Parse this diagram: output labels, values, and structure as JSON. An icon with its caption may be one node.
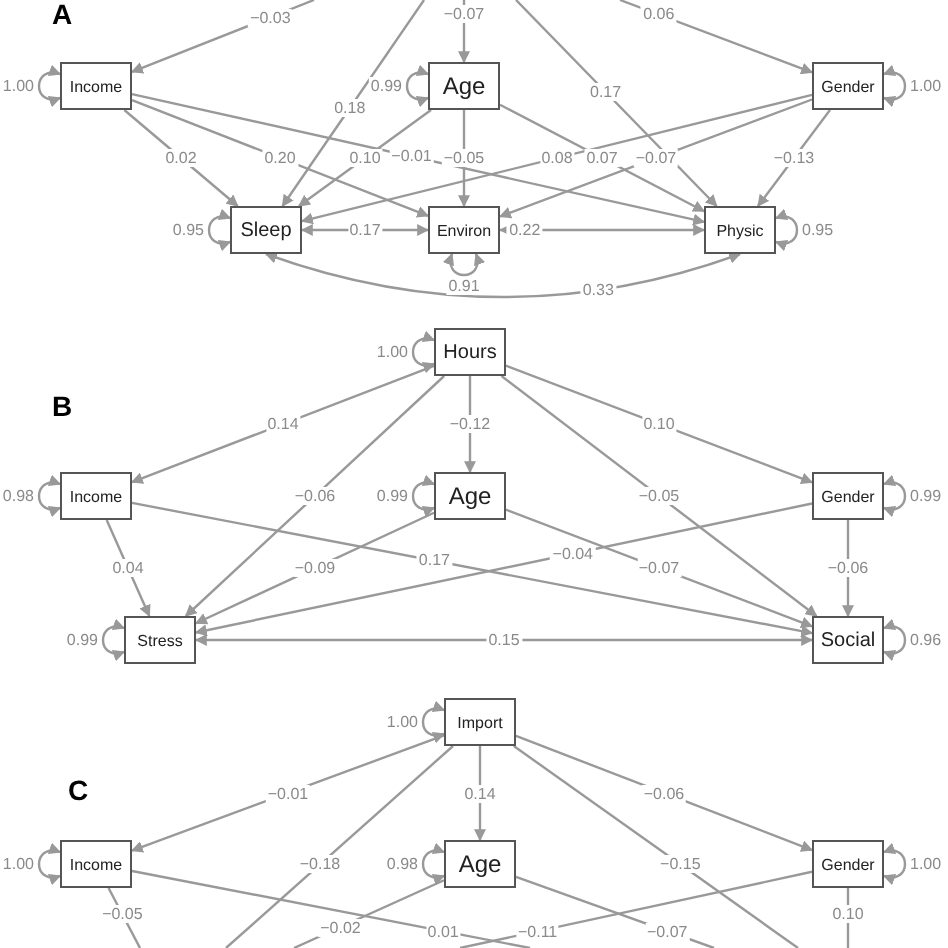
{
  "diagram": {
    "nodes": [
      {
        "text": [
          "Income"
        ]
      },
      {
        "text": [
          "Age"
        ]
      },
      {
        "text": [
          "Gender"
        ]
      },
      {
        "text": [
          "Sleep"
        ]
      },
      {
        "text": [
          "Environ"
        ]
      },
      {
        "text": [
          "Physic"
        ]
      },
      {
        "text": [
          "Hours"
        ]
      },
      {
        "text": [
          "Income"
        ]
      },
      {
        "text": [
          "Age"
        ]
      },
      {
        "text": [
          "Gender"
        ]
      },
      {
        "text": [
          "Stress"
        ]
      },
      {
        "text": [
          "Social"
        ]
      },
      {
        "text": [
          "Import"
        ]
      },
      {
        "text": [
          "Income"
        ]
      },
      {
        "text": [
          "Age"
        ]
      },
      {
        "text": [
          "Gender"
        ]
      }
    ],
    "edges": [
      {
        "from": null,
        "to": 0,
        "arrow": "to",
        "label": "−0.03"
      },
      {
        "from": null,
        "to": 1,
        "arrow": "to",
        "label": "−0.07"
      },
      {
        "from": null,
        "to": 2,
        "arrow": "to",
        "label": "0.06"
      },
      {
        "from": null,
        "to": 3,
        "arrow": "to",
        "label": "0.18"
      },
      {
        "from": null,
        "to": 5,
        "arrow": "to",
        "label": "0.17"
      },
      {
        "from": 0,
        "to": 0,
        "arrow": "both",
        "label": "1.00"
      },
      {
        "from": 0,
        "to": 3,
        "arrow": "to",
        "label": "0.02"
      },
      {
        "from": 0,
        "to": 4,
        "arrow": "to",
        "label": "0.20"
      },
      {
        "from": 0,
        "to": 5,
        "arrow": "to",
        "label": "−0.01"
      },
      {
        "from": 1,
        "to": 1,
        "arrow": "both",
        "label": "0.99"
      },
      {
        "from": 1,
        "to": 3,
        "arrow": "to",
        "label": "0.10"
      },
      {
        "from": 1,
        "to": 4,
        "arrow": "to",
        "label": "−0.05"
      },
      {
        "from": 1,
        "to": 5,
        "arrow": "to",
        "label": "0.07"
      },
      {
        "from": 2,
        "to": 2,
        "arrow": "both",
        "label": "1.00"
      },
      {
        "from": 2,
        "to": 3,
        "arrow": "to",
        "label": "0.08"
      },
      {
        "from": 2,
        "to": 4,
        "arrow": "to",
        "label": "−0.07"
      },
      {
        "from": 2,
        "to": 5,
        "arrow": "to",
        "label": "−0.13"
      },
      {
        "from": 3,
        "to": 3,
        "arrow": "both",
        "label": "0.95"
      },
      {
        "from": 3,
        "to": 4,
        "arrow": "both",
        "label": "0.17"
      },
      {
        "from": 4,
        "to": 5,
        "arrow": "both",
        "label": "0.22"
      },
      {
        "from": 3,
        "to": 5,
        "arrow": "both",
        "label": "0.33"
      },
      {
        "from": 4,
        "to": 4,
        "arrow": "both",
        "label": "0.91"
      },
      {
        "from": 5,
        "to": 5,
        "arrow": "both",
        "label": "0.95"
      },
      {
        "from": 6,
        "to": 6,
        "arrow": "both",
        "label": "1.00"
      },
      {
        "from": 6,
        "to": 7,
        "arrow": "to",
        "label": "0.14"
      },
      {
        "from": 6,
        "to": 8,
        "arrow": "to",
        "label": "−0.12"
      },
      {
        "from": 6,
        "to": 9,
        "arrow": "to",
        "label": "0.10"
      },
      {
        "from": 6,
        "to": 10,
        "arrow": "to",
        "label": "−0.06"
      },
      {
        "from": 6,
        "to": 11,
        "arrow": "to",
        "label": "−0.05"
      },
      {
        "from": 7,
        "to": 7,
        "arrow": "both",
        "label": "0.98"
      },
      {
        "from": 7,
        "to": 10,
        "arrow": "to",
        "label": "0.04"
      },
      {
        "from": 7,
        "to": 11,
        "arrow": "to",
        "label": "0.17"
      },
      {
        "from": 8,
        "to": 8,
        "arrow": "both",
        "label": "0.99"
      },
      {
        "from": 8,
        "to": 10,
        "arrow": "to",
        "label": "−0.09"
      },
      {
        "from": 8,
        "to": 11,
        "arrow": "to",
        "label": "−0.07"
      },
      {
        "from": 9,
        "to": 9,
        "arrow": "both",
        "label": "0.99"
      },
      {
        "from": 9,
        "to": 10,
        "arrow": "to",
        "label": "−0.04"
      },
      {
        "from": 9,
        "to": 11,
        "arrow": "to",
        "label": "−0.06"
      },
      {
        "from": 10,
        "to": 10,
        "arrow": "both",
        "label": "0.99"
      },
      {
        "from": 10,
        "to": 11,
        "arrow": "both",
        "label": "0.15"
      },
      {
        "from": 11,
        "to": 11,
        "arrow": "both",
        "label": "0.96"
      },
      {
        "from": 12,
        "to": 12,
        "arrow": "both",
        "label": "1.00"
      },
      {
        "from": 12,
        "to": 13,
        "arrow": "to",
        "label": "−0.01"
      },
      {
        "from": 12,
        "to": 14,
        "arrow": "to",
        "label": "0.14"
      },
      {
        "from": 12,
        "to": 15,
        "arrow": "to",
        "label": "−0.06"
      },
      {
        "from": 12,
        "to": null,
        "arrow": "none",
        "label": "−0.18"
      },
      {
        "from": 12,
        "to": null,
        "arrow": "none",
        "label": "−0.15"
      },
      {
        "from": 13,
        "to": 13,
        "arrow": "both",
        "label": "1.00"
      },
      {
        "from": 13,
        "to": null,
        "arrow": "none",
        "label": "−0.05"
      },
      {
        "from": 13,
        "to": null,
        "arrow": "none",
        "label": "0.01"
      },
      {
        "from": 14,
        "to": 14,
        "arrow": "both",
        "label": "0.98"
      },
      {
        "from": 14,
        "to": null,
        "arrow": "none",
        "label": "−0.02"
      },
      {
        "from": 14,
        "to": null,
        "arrow": "none",
        "label": "−0.07"
      },
      {
        "from": 15,
        "to": 15,
        "arrow": "both",
        "label": "1.00"
      },
      {
        "from": 15,
        "to": null,
        "arrow": "none",
        "label": "−0.11"
      },
      {
        "from": 15,
        "to": null,
        "arrow": "none",
        "label": "0.10"
      }
    ],
    "labels": [
      "A",
      "B",
      "C"
    ]
  }
}
